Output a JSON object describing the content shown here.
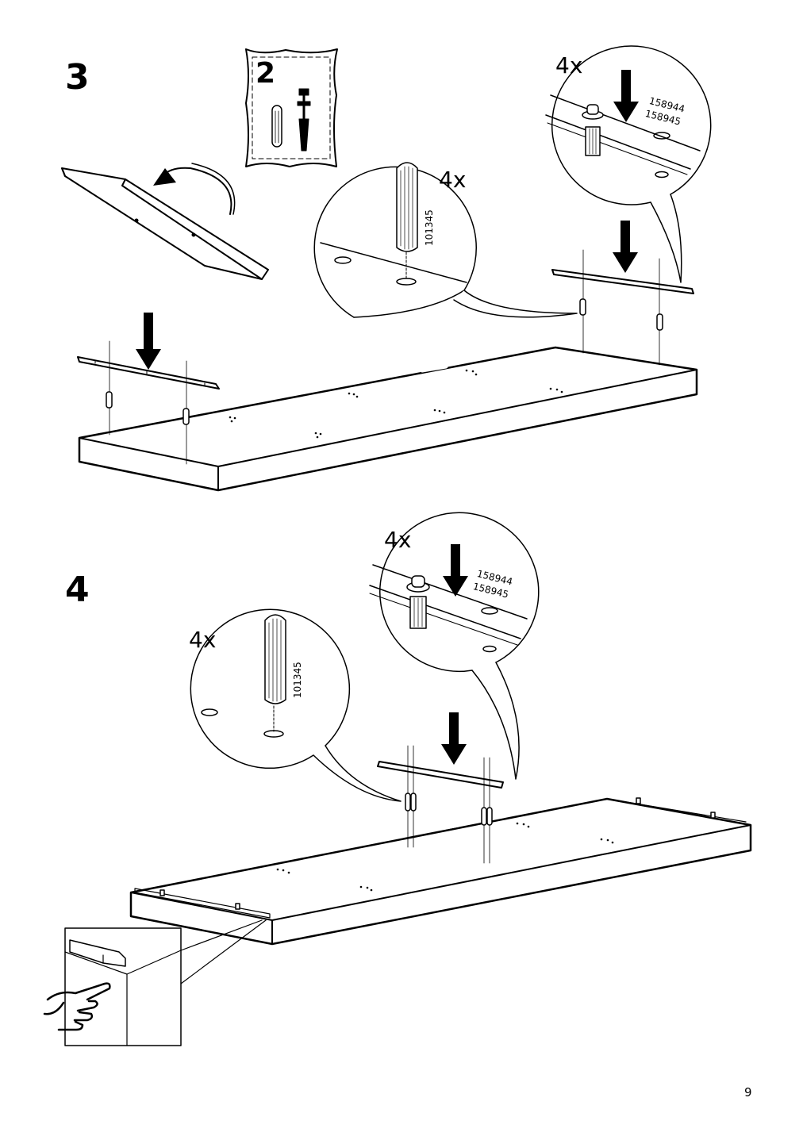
{
  "steps": {
    "step3": {
      "number": "3",
      "bag_number": "2",
      "callout_dowel": {
        "qty": "4x",
        "part": "101345"
      },
      "callout_cam": {
        "qty": "4x",
        "parts": [
          "158944",
          "158945"
        ]
      }
    },
    "step4": {
      "number": "4",
      "callout_dowel": {
        "qty": "4x",
        "part": "101345"
      },
      "callout_cam": {
        "qty": "4x",
        "parts": [
          "158944",
          "158945"
        ]
      }
    }
  },
  "page_number": "9"
}
